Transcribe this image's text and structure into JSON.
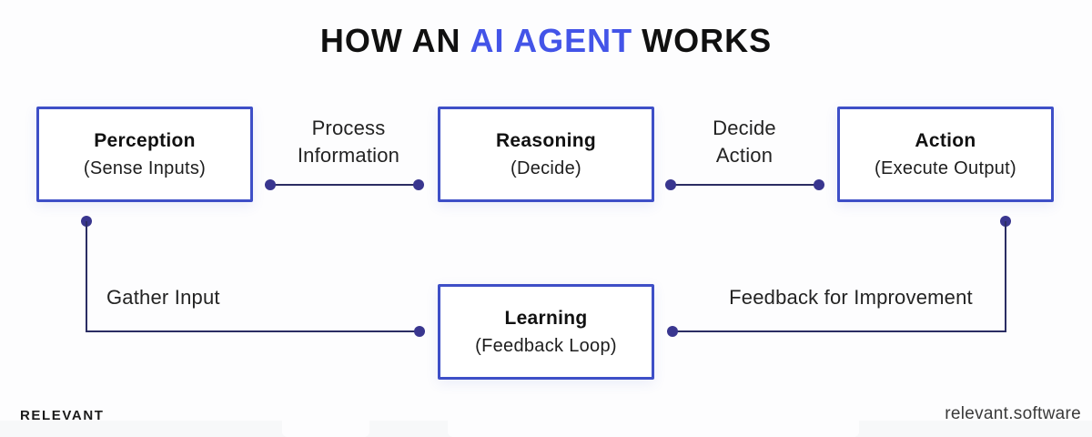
{
  "title": {
    "prefix": "HOW AN",
    "highlight": "AI AGENT",
    "suffix": "WORKS"
  },
  "nodes": [
    {
      "id": "perception",
      "title": "Perception",
      "subtitle": "(Sense Inputs)"
    },
    {
      "id": "reasoning",
      "title": "Reasoning",
      "subtitle": "(Decide)"
    },
    {
      "id": "action",
      "title": "Action",
      "subtitle": "(Execute Output)"
    },
    {
      "id": "learning",
      "title": "Learning",
      "subtitle": "(Feedback Loop)"
    }
  ],
  "connectors": [
    {
      "from": "perception",
      "to": "reasoning",
      "label": "Process Information"
    },
    {
      "from": "reasoning",
      "to": "action",
      "label": "Decide Action"
    },
    {
      "from": "perception",
      "to": "learning",
      "label": "Gather Input"
    },
    {
      "from": "action",
      "to": "learning",
      "label": "Feedback for Improvement"
    }
  ],
  "footer": {
    "brand": "RELEVANT",
    "website": "relevant.software"
  },
  "colors": {
    "title_highlight": "#4354e8",
    "node_border": "#3e4fc7",
    "connector_line": "#2b2d63",
    "connector_dot": "#39368f",
    "text_dark": "#111111",
    "background": "#fdfdfe"
  }
}
